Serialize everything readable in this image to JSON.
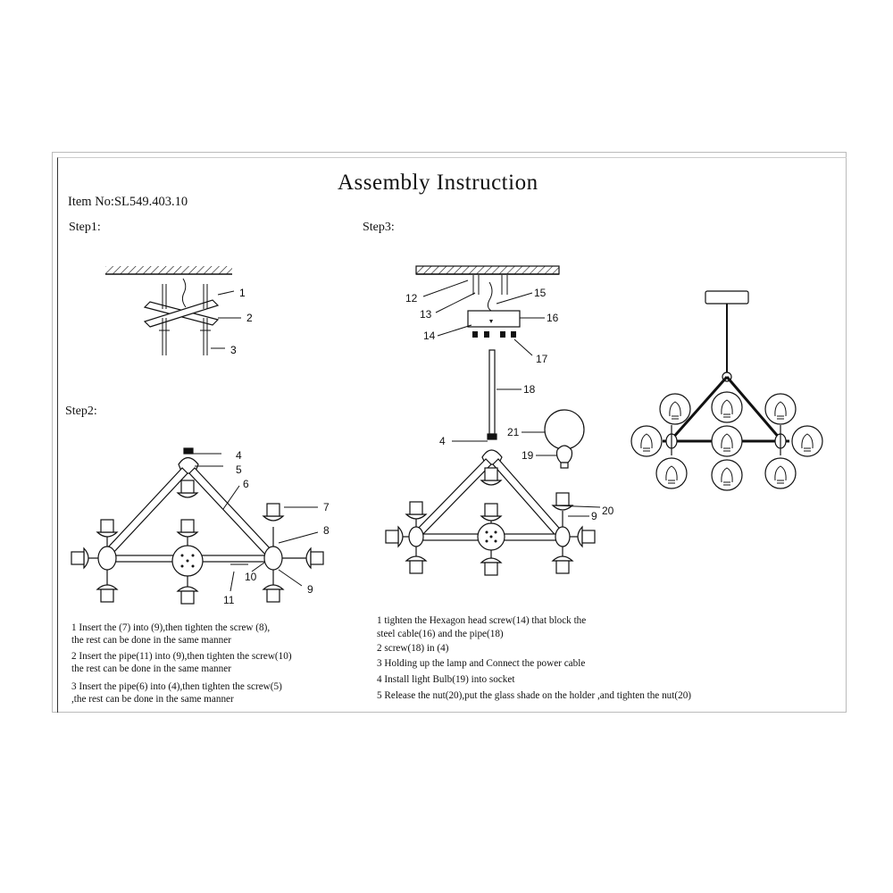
{
  "title": "Assembly Instruction",
  "item_no": "Item No:SL549.403.10",
  "steps": {
    "step1_label": "Step1:",
    "step2_label": "Step2:",
    "step3_label": "Step3:"
  },
  "callouts": {
    "step1": [
      "1",
      "2",
      "3"
    ],
    "step2": [
      "4",
      "5",
      "6",
      "7",
      "8",
      "9",
      "10",
      "11"
    ],
    "step3": [
      "12",
      "13",
      "14",
      "15",
      "16",
      "17",
      "18",
      "21",
      "19",
      "4",
      "20",
      "9"
    ]
  },
  "left_instructions": [
    "1 Insert the (7) into (9),then tighten the screw (8),",
    "the rest can be done in the same manner",
    "2 Insert the pipe(11) into (9),then tighten the screw(10)",
    "the rest can be done in the same manner",
    "3 Insert the pipe(6) into (4),then tighten the screw(5)",
    ",the rest can be done in the same manner"
  ],
  "right_instructions": [
    "1 tighten the Hexagon  head screw(14) that block the",
    "steel cable(16) and the pipe(18)",
    "2 screw(18) in (4)",
    "3 Holding up the lamp and Connect the power cable",
    "4 Install light Bulb(19) into socket",
    "5 Release the nut(20),put the glass shade on the holder ,and tighten the nut(20)"
  ]
}
